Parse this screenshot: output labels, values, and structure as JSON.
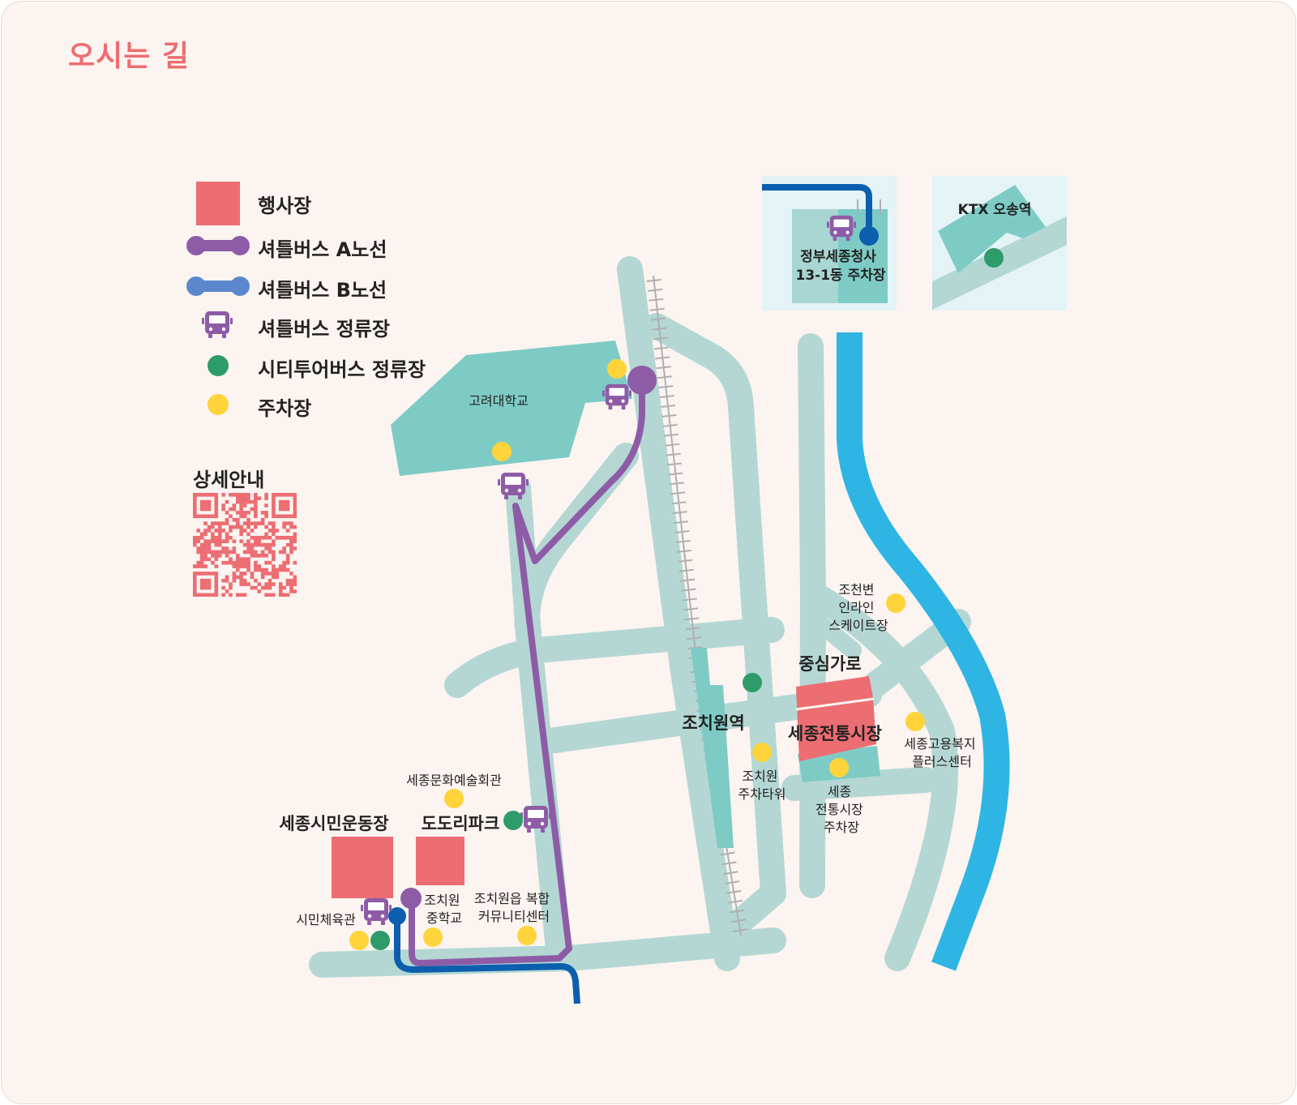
{
  "page": {
    "title": "오시는 길"
  },
  "legend": {
    "venue": "행사장",
    "shuttle_a": "셔틀버스 A노선",
    "shuttle_b": "셔틀버스 B노선",
    "shuttle_stop": "셔틀버스 정류장",
    "city_tour_stop": "시티투어버스 정류장",
    "parking": "주차장"
  },
  "detail": {
    "label": "상세안내"
  },
  "colors": {
    "venue": "#ec6d72",
    "shuttle_a": "#8e5ca6",
    "shuttle_b": "#0b5fae",
    "legend_shuttle_b": "#5b88cc",
    "city_tour": "#2e9b6a",
    "parking": "#ffd43b",
    "road": "#b4d7d4",
    "area": "#7ecbc6",
    "river": "#2fb5e3",
    "inset_bg": "#e3f3f6",
    "background": "#fcf4f0"
  },
  "icons": {
    "shuttle_stop": "bus-icon",
    "city_tour_stop": "green-dot-icon",
    "parking": "yellow-dot-icon",
    "qr": "qr-code-icon"
  },
  "places": {
    "korea_university": "고려대학교",
    "jochiwon_station": "조치원역",
    "jungsim_garo": "중심가로",
    "traditional_market": "세종전통시장",
    "market_parking": [
      "세종",
      "전통시장",
      "주차장"
    ],
    "jochiwon_parking_tower": [
      "조치원",
      "주차타워"
    ],
    "skate_rink": [
      "조천변",
      "인라인",
      "스케이트장"
    ],
    "employment_center": [
      "세종고용복지",
      "플러스센터"
    ],
    "arts_center": "세종문화예술회관",
    "citizen_stadium": "세종시민운동장",
    "dodori_park": "도도리파크",
    "citizen_gym": "시민체육관",
    "jochiwon_middle_school": [
      "조치원",
      "중학교"
    ],
    "community_center": [
      "조치원읍 복합",
      "커뮤니티센터"
    ]
  },
  "insets": {
    "government": [
      "정부세종청사",
      "13-1동 주차장"
    ],
    "ktx": "KTX 오송역"
  }
}
